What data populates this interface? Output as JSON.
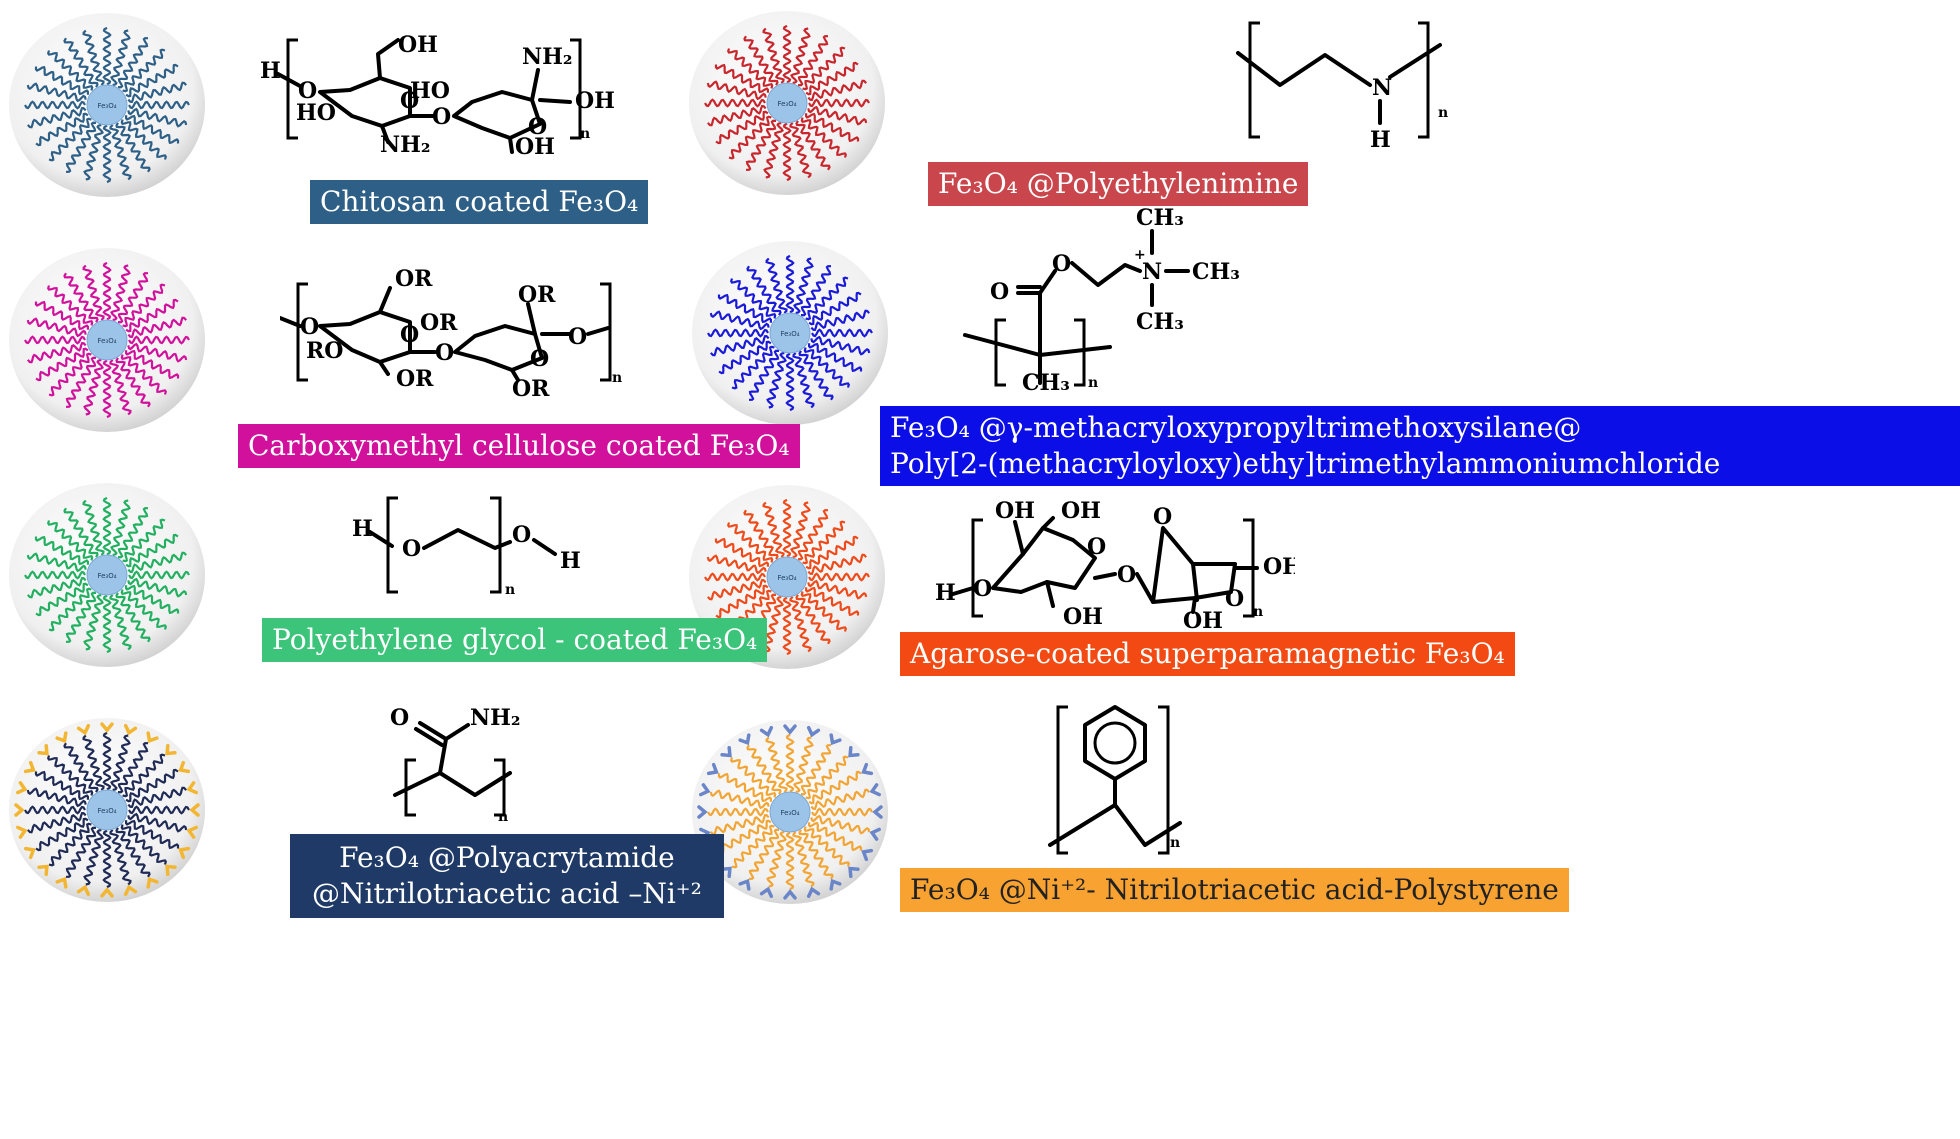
{
  "core_label": "Fe₃O₄",
  "panels": [
    {
      "id": "chitosan",
      "color": "#2e5f86",
      "strand": "#2e5f86",
      "label": "Chitosan coated Fe₃O₄",
      "chem": {
        "oh": "OH",
        "nh2": "NH₂",
        "h": "H",
        "o": "O",
        "ho": "HO",
        "n": "n"
      }
    },
    {
      "id": "pei",
      "color": "#c9474c",
      "strand": "#c8262c",
      "label": "Fe₃O₄ @Polyethylenimine",
      "chem": {
        "n_atom": "N",
        "h": "H",
        "n": "n"
      }
    },
    {
      "id": "cmc",
      "color": "#d1119c",
      "strand": "#d1119c",
      "label": "Carboxymethyl cellulose coated Fe₃O₄",
      "chem": {
        "or": "OR",
        "ro": "RO",
        "o": "O",
        "n": "n"
      }
    },
    {
      "id": "pma",
      "color": "#0b0ee6",
      "strand": "#1a1ad9",
      "label_line1": "Fe₃O₄ @γ-methacryloxypropyltrimethoxysilane@",
      "label_line2": "Poly[2-(methacryloyloxy)ethy]trimethylammoniumchloride",
      "chem": {
        "ch3": "CH₃",
        "n_plus": "N",
        "plus": "+",
        "o": "O",
        "n": "n"
      }
    },
    {
      "id": "peg",
      "color": "#3cc47a",
      "strand": "#22b060",
      "label": "Polyethylene glycol - coated Fe₃O₄",
      "chem": {
        "h": "H",
        "o": "O",
        "n": "n"
      }
    },
    {
      "id": "agarose",
      "color": "#f24a12",
      "strand": "#ee4a1a",
      "label": "Agarose-coated superparamagnetic Fe₃O₄",
      "chem": {
        "oh": "OH",
        "o": "O",
        "h": "H",
        "n": "n"
      }
    },
    {
      "id": "pam",
      "color": "#1f3a66",
      "strand": "#1f2a55",
      "tip": "#f2b632",
      "label_line1": "Fe₃O₄ @Polyacrytamide",
      "label_line2": "@Nitrilotriacetic acid –Ni⁺²",
      "chem": {
        "o": "O",
        "nh2": "NH₂",
        "n": "n"
      }
    },
    {
      "id": "ps",
      "color": "#f7a231",
      "strand": "#f2a534",
      "tip": "#6a86c8",
      "label": "Fe₃O₄ @Ni⁺²- Nitrilotriacetic acid-Polystyrene",
      "chem": {
        "n": "n"
      }
    }
  ]
}
